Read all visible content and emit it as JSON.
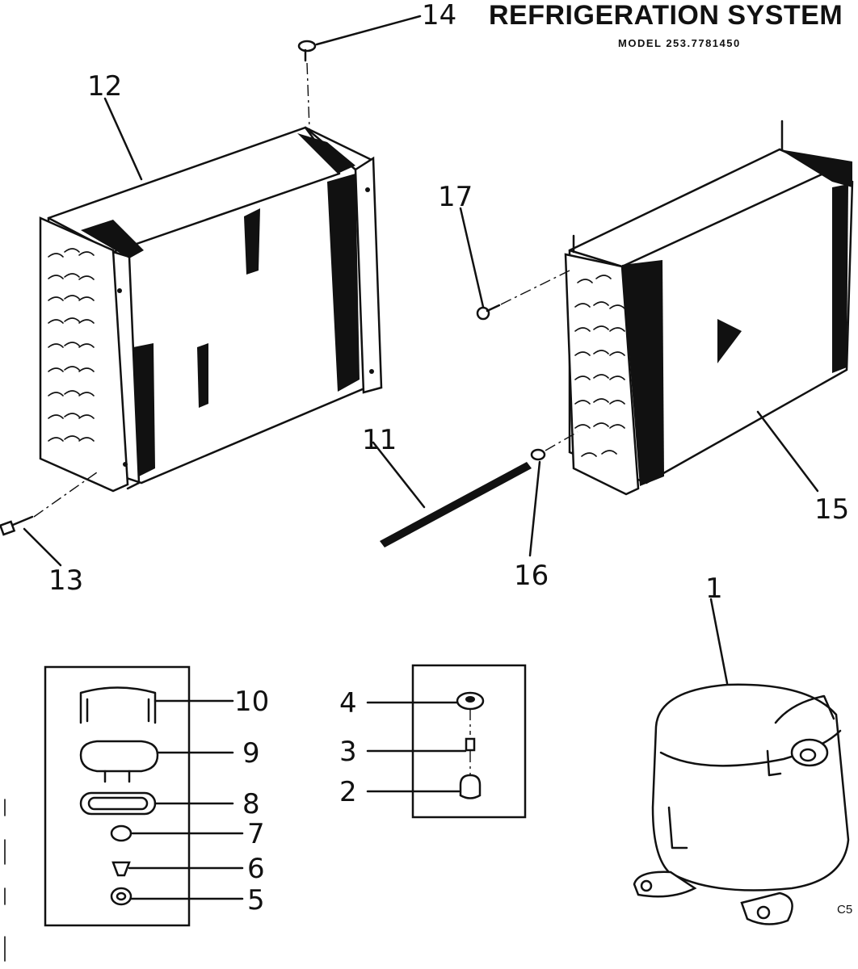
{
  "header": {
    "title": "REFRIGERATION SYSTEM",
    "model": "MODEL 253.7781450"
  },
  "corner_code": "C5",
  "callouts": {
    "p1": "1",
    "p2": "2",
    "p3": "3",
    "p4": "4",
    "p5": "5",
    "p6": "6",
    "p7": "7",
    "p8": "8",
    "p9": "9",
    "p10": "10",
    "p11": "11",
    "p12": "12",
    "p13": "13",
    "p14": "14",
    "p15": "15",
    "p16": "16",
    "p17": "17"
  }
}
